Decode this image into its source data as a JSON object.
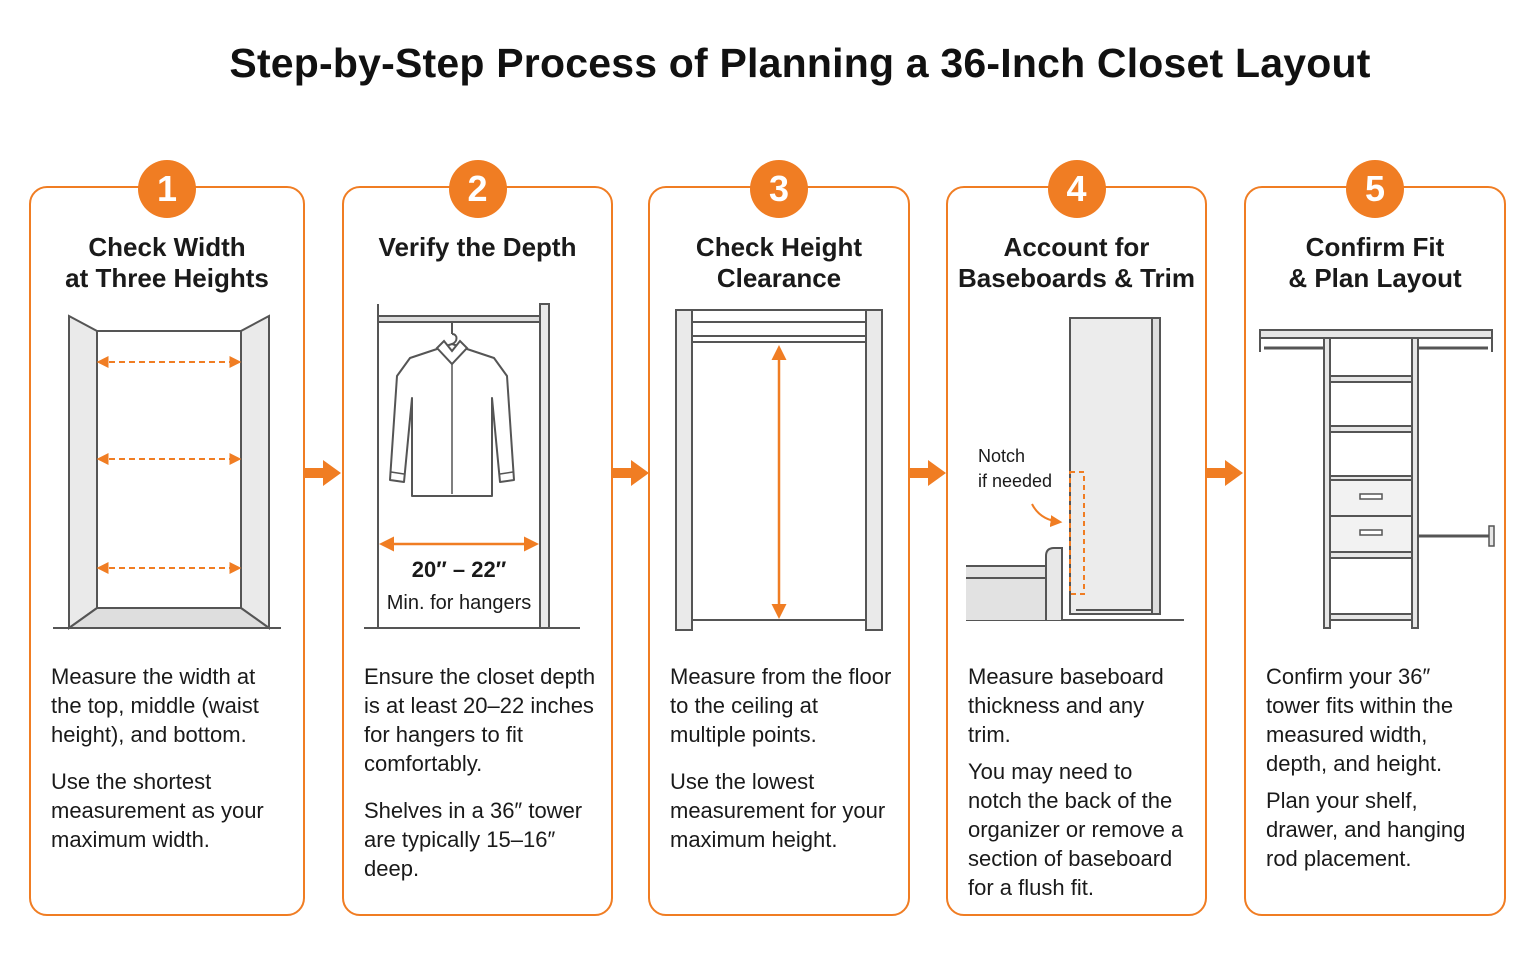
{
  "title": "Step-by-Step Process of Planning a 36-Inch Closet Layout",
  "colors": {
    "accent": "#f07d23",
    "line": "#555555",
    "fill": "#e9e9e9"
  },
  "steps": [
    {
      "number": "1",
      "title": "Check Width\nat Three Heights",
      "paragraphs": [
        "Measure the width at the top, middle (waist height), and bottom.",
        "Use the shortest measurement as your maximum width."
      ],
      "icon": "closet-width-diagram"
    },
    {
      "number": "2",
      "title": "Verify the Depth",
      "paragraphs": [
        "Ensure the closet depth is at least 20–22 inches for hangers to fit comfortably.",
        "Shelves in a 36″ tower are typically 15–16″ deep."
      ],
      "dimension": "20″ – 22″",
      "dimension_note": "Min. for hangers",
      "icon": "shirt-on-hanger-diagram"
    },
    {
      "number": "3",
      "title": "Check Height\nClearance",
      "paragraphs": [
        "Measure from the floor to the ceiling at multiple points.",
        "Use the lowest measurement for your maximum height."
      ],
      "icon": "closet-height-diagram"
    },
    {
      "number": "4",
      "title": "Account for\nBaseboards & Trim",
      "paragraphs": [
        "Measure baseboard thickness and any trim.",
        "You may need to notch the back of the organizer or remove a section of baseboard for a flush fit."
      ],
      "note_line1": "Notch",
      "note_line2": "if needed",
      "icon": "baseboard-notch-diagram"
    },
    {
      "number": "5",
      "title": "Confirm Fit\n& Plan Layout",
      "paragraphs": [
        "Confirm your 36″ tower fits within the measured width, depth, and height.",
        "Plan your shelf, drawer, and hanging rod placement."
      ],
      "icon": "closet-tower-layout-diagram"
    }
  ]
}
